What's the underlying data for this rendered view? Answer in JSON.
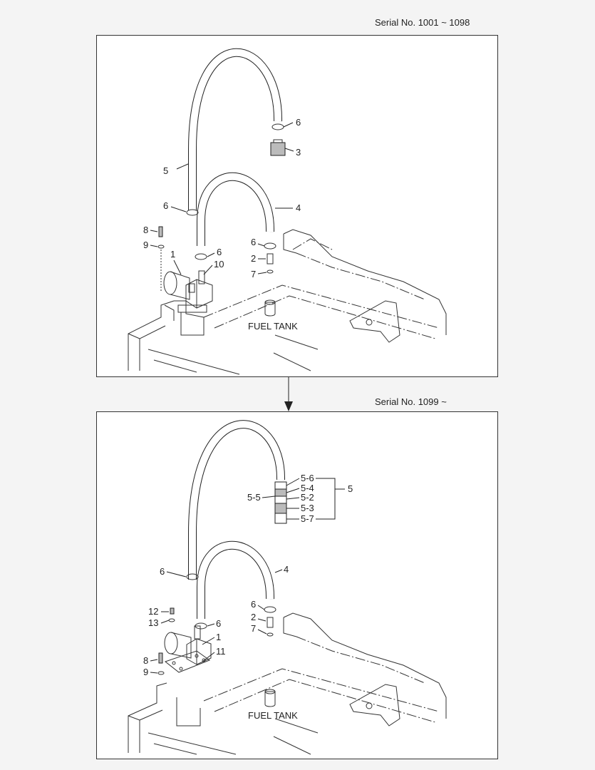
{
  "top": {
    "serial": "Serial No. 1001 ~ 1098",
    "fuel_tank": "FUEL TANK",
    "callouts": [
      "6",
      "3",
      "5",
      "6",
      "4",
      "8",
      "9",
      "6",
      "10",
      "1",
      "6",
      "2",
      "7"
    ]
  },
  "bottom": {
    "serial": "Serial No. 1099 ~",
    "fuel_tank": "FUEL TANK",
    "callouts": [
      "5-6",
      "5-4",
      "5-5",
      "5-2",
      "5-3",
      "5-7",
      "5",
      "6",
      "4",
      "6",
      "12",
      "2",
      "13",
      "6",
      "7",
      "1",
      "11",
      "8",
      "9"
    ]
  }
}
